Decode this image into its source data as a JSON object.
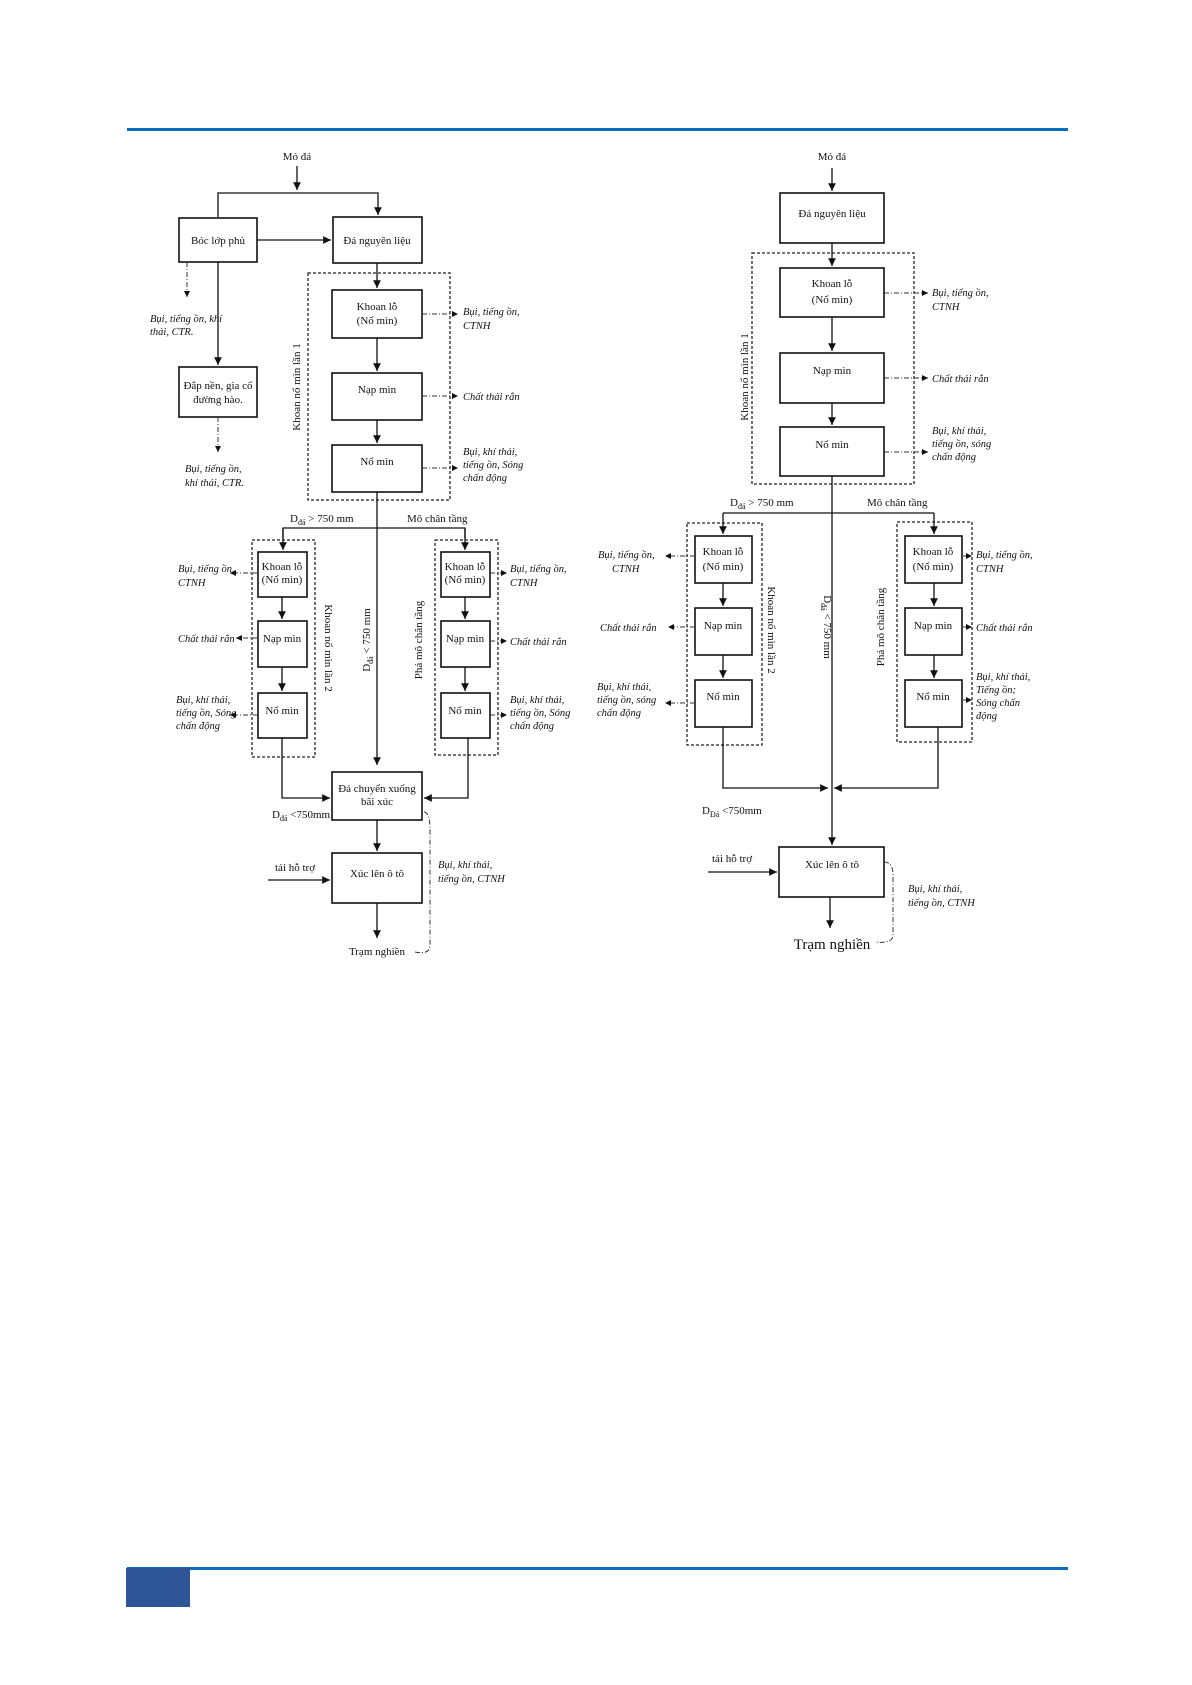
{
  "colors": {
    "rule": "#0a6dbd",
    "page_tab": "#2d5597"
  },
  "left": {
    "mo_da": "Mỏ đá",
    "boc_lop_phu": "Bóc lớp phủ",
    "da_nguyen_lieu": "Đá nguyên liệu",
    "dap_nen": [
      "Đắp nền, gia cố",
      "đường hào."
    ],
    "e_boc": [
      "Bụi, tiếng ồn, khí",
      "thải, CTR."
    ],
    "e_dap": [
      "Bụi, tiếng ồn,",
      "khí thải, CTR."
    ],
    "group1": "Khoan nổ mìn lần 1",
    "khoan_lo": [
      "Khoan lỗ",
      "(Nổ mìn)"
    ],
    "nap_min": "Nạp mìn",
    "no_min": "Nổ mìn",
    "e_khoan": [
      "Bụi, tiếng ồn,",
      "CTNH"
    ],
    "e_nap": "Chất thải rắn",
    "e_no": [
      "Bụi, khí thải,",
      "tiếng ồn, Sóng",
      "chấn động"
    ],
    "d_gt": {
      "main": "D",
      "sub": "đá",
      "rest": " > 750 mm"
    },
    "d_lt_vertical": {
      "main": "D",
      "sub": "đá",
      "rest": " < 750 mm"
    },
    "d_lt": {
      "main": "D",
      "sub": "đá",
      "rest": " <750mm"
    },
    "mo_chan_tang": "Mô chân tầng",
    "group2": "Khoan nổ mìn lần 2",
    "group3": "Phá mô chân tầng",
    "chuyen": [
      "Đá chuyển xuống",
      "bãi xúc"
    ],
    "xuc_len_o_to": "Xúc lên ô tô",
    "tai_ho_tro": "tải hỗ trợ",
    "tram_nghien": "Trạm nghiền",
    "e_xuc": [
      "Bụi, khí thải,",
      "tiếng ồn, CTNH"
    ]
  },
  "right": {
    "mo_da": "Mỏ đá",
    "da_nguyen_lieu": "Đá nguyên liệu",
    "group1": "Khoan nổ mìn lần 1",
    "khoan_lo": [
      "Khoan lỗ",
      "(Nổ mìn)"
    ],
    "nap_min": "Nạp mìn",
    "no_min": "Nổ mìn",
    "e_khoan": [
      "Bụi, tiếng ồn,",
      "CTNH"
    ],
    "e_nap": "Chất thải rắn",
    "e_no": [
      "Bụi, khí thải,",
      "tiếng ồn, sóng",
      "chấn động"
    ],
    "e_no_right": [
      "Bụi, khí thải,",
      "Tiếng ồn;",
      "Sóng chấn",
      "động"
    ],
    "d_gt": {
      "main": "D",
      "sub": "đá",
      "rest": " > 750 mm"
    },
    "d_lt_vertical": {
      "main": "D",
      "sub": "đá",
      "rest": " < 750 mm"
    },
    "d_lt": {
      "main": "D",
      "sub": "Đá",
      "rest": " <750mm"
    },
    "mo_chan_tang": "Mô chân tầng",
    "group2": "Khoan nổ mìn lần 2",
    "group3": "Phá mô chân tầng",
    "xuc_len_o_to": "Xúc lên ô tô",
    "tai_ho_tro": "tải hỗ trợ",
    "tram_nghien": "Trạm nghiền",
    "e_xuc": [
      "Bụi, khí thải,",
      "tiếng ồn, CTNH"
    ]
  }
}
